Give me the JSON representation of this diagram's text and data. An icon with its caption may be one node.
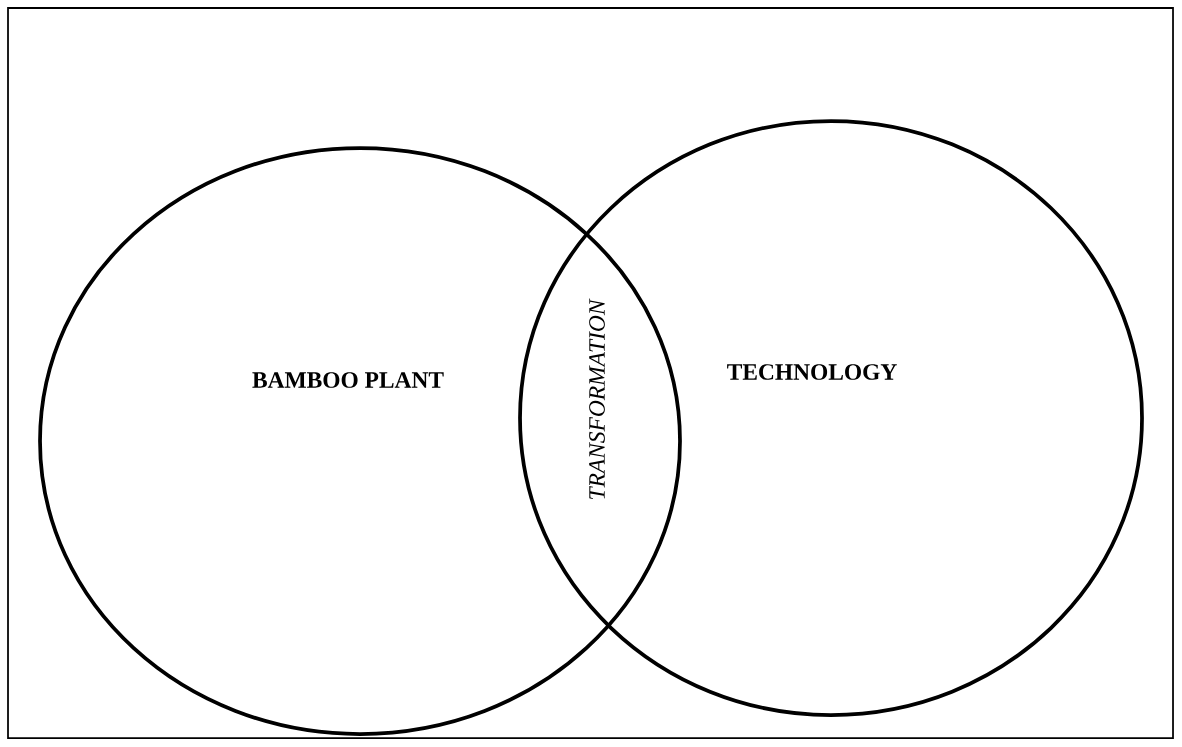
{
  "diagram": {
    "nodes": [
      {
        "text": [
          "BAMBOO PLANT"
        ]
      },
      {
        "text": [
          "TECHNOLOGY"
        ]
      }
    ],
    "labels": [
      "TRANSFORMATION"
    ]
  }
}
